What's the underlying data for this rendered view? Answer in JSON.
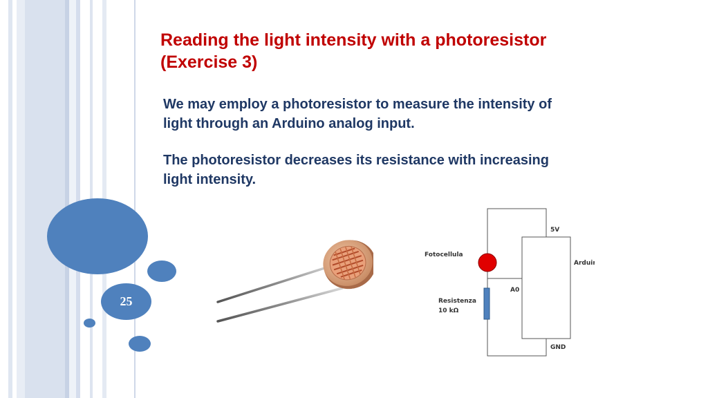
{
  "slide": {
    "title_line1": "Reading the light intensity with a photoresistor",
    "title_line2": "(Exercise 3)",
    "paragraph1_line1": "We may employ a photoresistor to measure the intensity of",
    "paragraph1_line2": "light through an Arduino analog input.",
    "paragraph2_line1": "The photoresistor decreases its resistance with increasing",
    "paragraph2_line2": "light intensity.",
    "page_number": "25"
  },
  "schematic": {
    "label_5v": "5V",
    "label_photocell": "Fotocellula",
    "label_arduino": "Arduino",
    "label_a0": "A0",
    "label_resistor_line1": "Resistenza",
    "label_resistor_line2": "10 kΩ",
    "label_gnd": "GND"
  },
  "colors": {
    "title": "#c00000",
    "body_text": "#1f3864",
    "accent": "#4f81bd",
    "photocell": "#e00000"
  },
  "icons": {
    "photoresistor": "photoresistor-component-image"
  }
}
